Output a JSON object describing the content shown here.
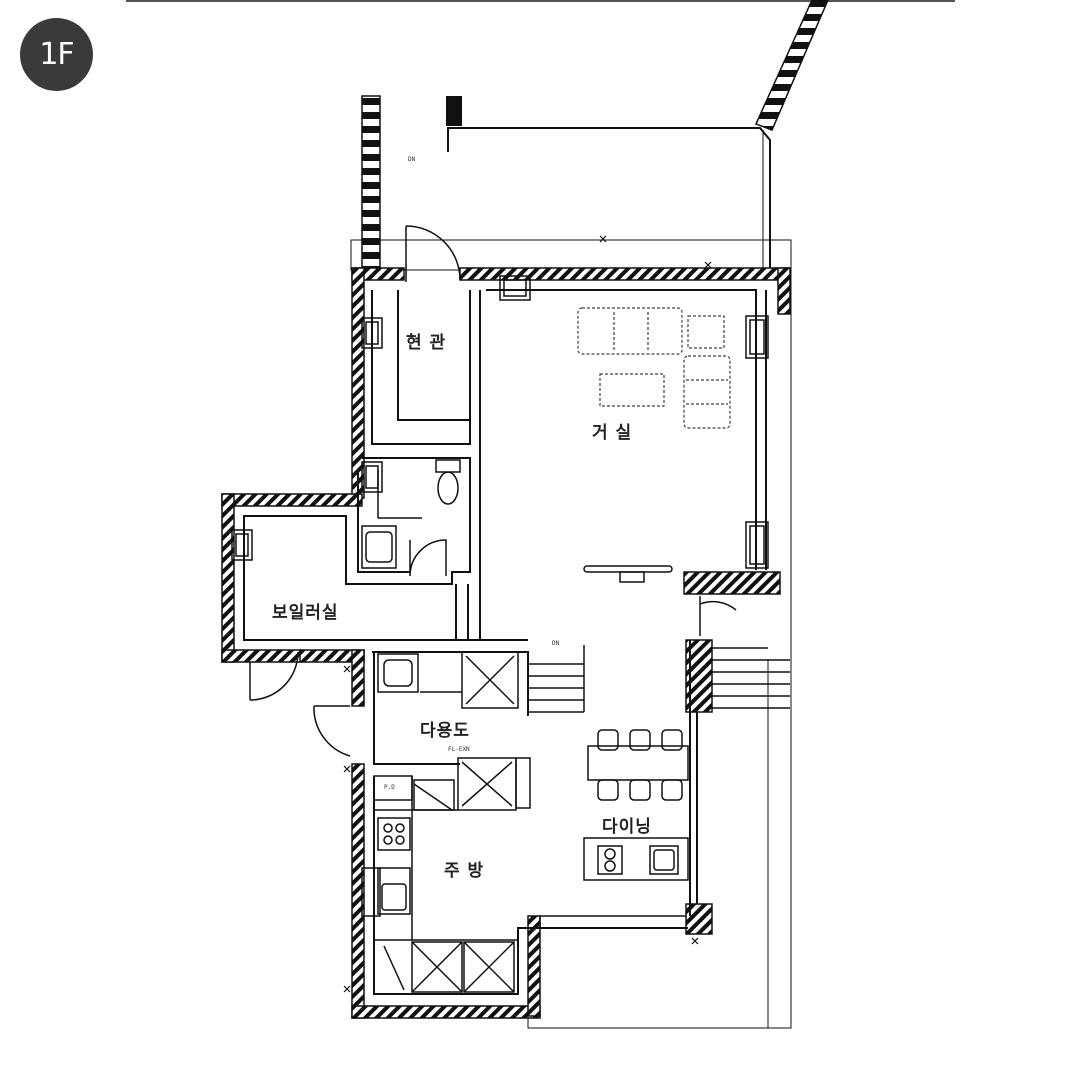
{
  "floor_badge": "1F",
  "rooms": {
    "entrance": "현 관",
    "living": "거  실",
    "boiler": "보일러실",
    "utility": "다용도",
    "dining": "다이닝",
    "kitchen": "주 방"
  },
  "notes": {
    "dn_top": "DN",
    "dn_stair": "DN",
    "level_mark": "FL-EXN",
    "pd_label": "P.D"
  },
  "colors": {
    "line": "#111111",
    "badge": "#3a3a3a"
  }
}
